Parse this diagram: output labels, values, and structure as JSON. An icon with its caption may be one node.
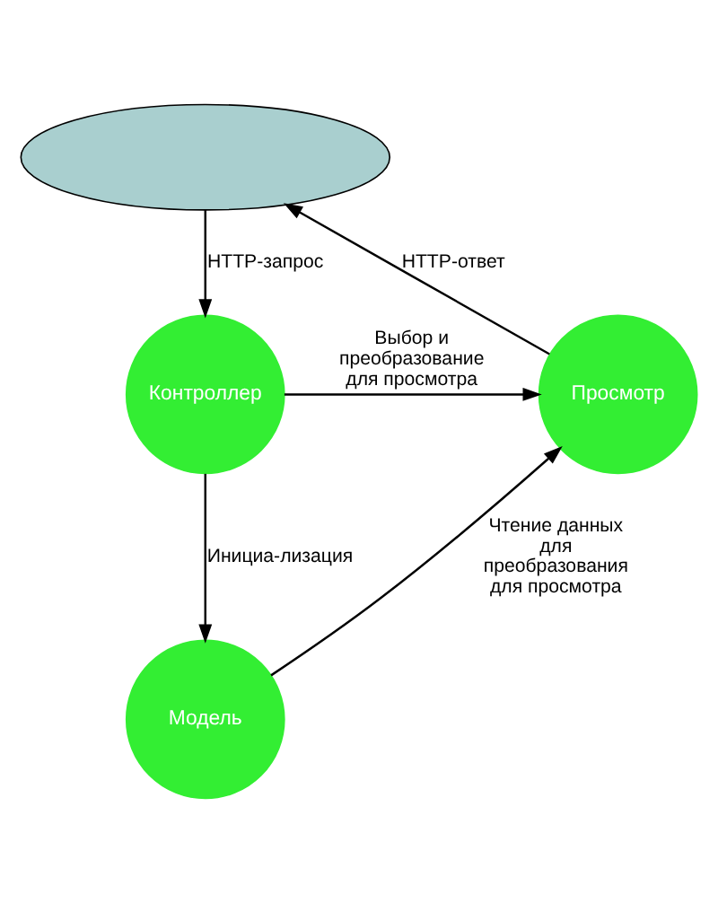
{
  "diagram": {
    "nodes": [
      {
        "text": [],
        "shape": "cloud"
      },
      {
        "text": [
          "Контроллер"
        ]
      },
      {
        "text": [
          "Просмотр"
        ]
      },
      {
        "text": [
          "Модель"
        ]
      }
    ],
    "edges": [
      {
        "from": 0,
        "to": 1,
        "arrow": "to",
        "label": "HTTP-запрос"
      },
      {
        "from": 1,
        "to": 2,
        "arrow": "to",
        "label": "Выбор и преобразование для просмотра"
      },
      {
        "from": 2,
        "to": 0,
        "arrow": "to",
        "label": "HTTP-ответ"
      },
      {
        "from": 1,
        "to": 3,
        "arrow": "to",
        "label": "Инициа-лизация"
      },
      {
        "from": 3,
        "to": 2,
        "arrow": "to",
        "label": "Чтение данных для преобразования для просмотра"
      }
    ]
  }
}
